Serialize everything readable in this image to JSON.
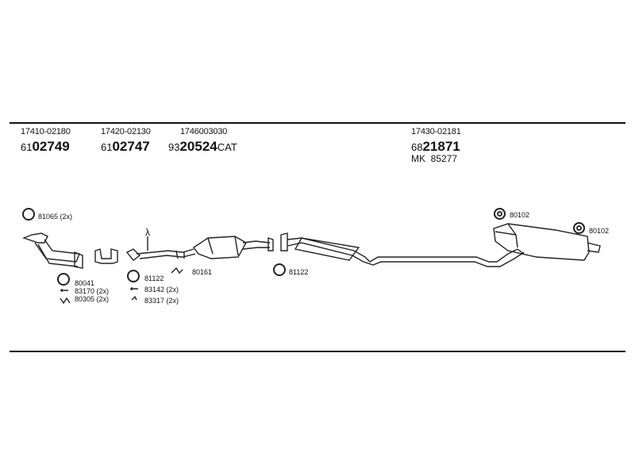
{
  "parts": [
    {
      "ref": "17410-02180",
      "prefix": "61",
      "code": "02749",
      "suffix": ""
    },
    {
      "ref": "17420-02130",
      "prefix": "61",
      "code": "02747",
      "suffix": ""
    },
    {
      "ref": "1746003030",
      "prefix": "93",
      "code": "20524",
      "suffix": "CAT"
    },
    {
      "ref": "17430-02181",
      "prefix": "68",
      "code": "21871",
      "suffix": ""
    }
  ],
  "extra": {
    "prefix": "MK",
    "code": "85277"
  },
  "lambda_symbol": "λ",
  "accessories": {
    "a1": "81065 (2x)",
    "a2": "80041",
    "a3": "83170 (2x)",
    "a4": "80305 (2x)",
    "a5": "81122",
    "a6": "83142 (2x)",
    "a7": "83317 (2x)",
    "a8": "80161",
    "a9": "81122",
    "a10": "80102",
    "a11": "80102"
  }
}
